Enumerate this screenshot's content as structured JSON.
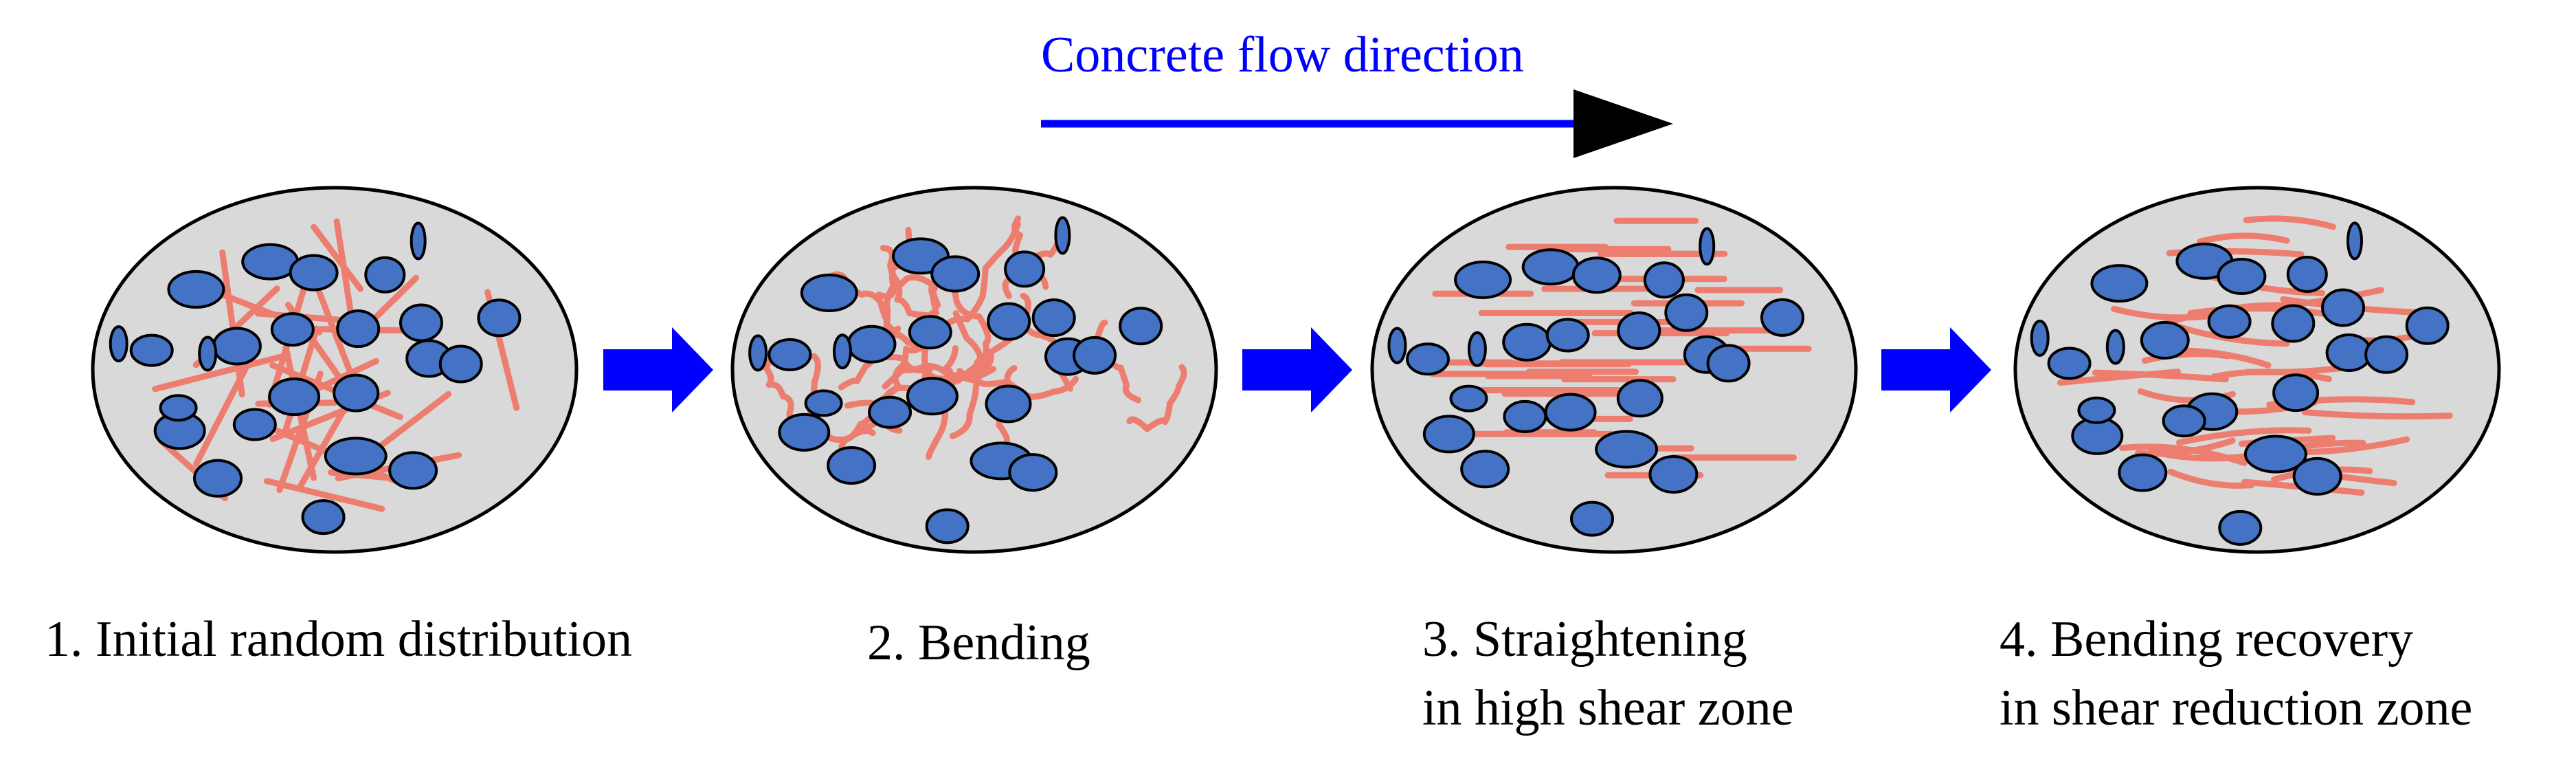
{
  "flow": {
    "title": "Concrete flow direction",
    "title_color": "#0000ff",
    "arrow_line_color": "#0000ff",
    "arrow_head_color": "#000000"
  },
  "colors": {
    "ellipse_fill": "#d9d9d9",
    "aggregate_fill": "#4472c4",
    "fiber": "#ed7d6e",
    "step_arrow": "#0000ff"
  },
  "stages": [
    {
      "label_lines": [
        "1. Initial random distribution"
      ]
    },
    {
      "label_lines": [
        "2. Bending"
      ]
    },
    {
      "label_lines": [
        "3. Straightening",
        "in high shear zone"
      ]
    },
    {
      "label_lines": [
        "4. Bending recovery",
        "in shear reduction zone"
      ]
    }
  ]
}
